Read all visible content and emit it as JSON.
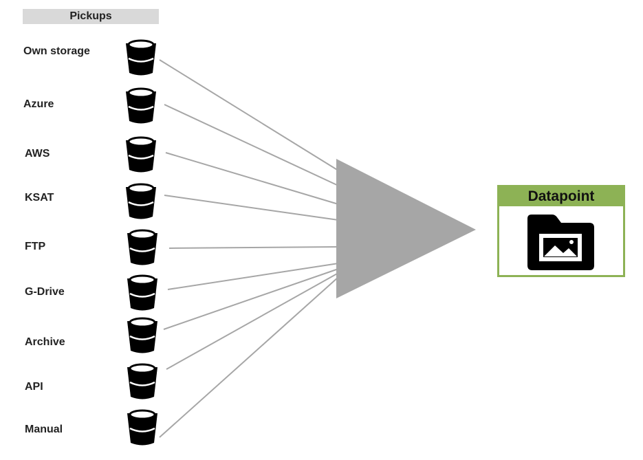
{
  "header": {
    "title": "Pickups"
  },
  "sources": [
    {
      "label": "Own storage",
      "icon": "bucket-icon"
    },
    {
      "label": "Azure",
      "icon": "bucket-icon"
    },
    {
      "label": "AWS",
      "icon": "bucket-icon"
    },
    {
      "label": "KSAT",
      "icon": "bucket-icon"
    },
    {
      "label": "FTP",
      "icon": "bucket-icon"
    },
    {
      "label": "G-Drive",
      "icon": "bucket-icon"
    },
    {
      "label": "Archive",
      "icon": "bucket-icon"
    },
    {
      "label": "API",
      "icon": "bucket-icon"
    },
    {
      "label": "Manual",
      "icon": "bucket-icon"
    }
  ],
  "target": {
    "title": "Datapoint",
    "icon": "image-folder-icon"
  },
  "colors": {
    "header_bg": "#d9d9d9",
    "line": "#a6a6a6",
    "funnel": "#a6a6a6",
    "accent": "#8db255",
    "icon": "#000000"
  }
}
